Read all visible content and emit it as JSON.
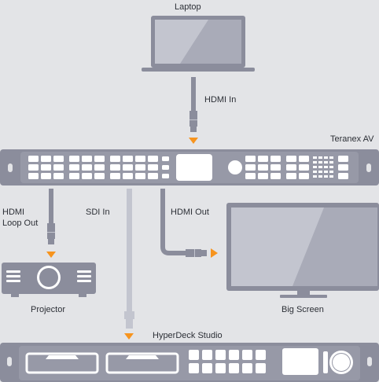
{
  "labels": {
    "laptop": "Laptop",
    "hdmi_in": "HDMI In",
    "teranex": "Teranex AV",
    "hdmi_loop_out_line1": "HDMI",
    "hdmi_loop_out_line2": "Loop Out",
    "sdi_in": "SDI In",
    "hdmi_out": "HDMI Out",
    "projector": "Projector",
    "big_screen": "Big Screen",
    "hyperdeck": "HyperDeck Studio"
  },
  "colors": {
    "background": "#e3e4e7",
    "device_body": "#8b8d9c",
    "device_light": "#c3c5cf",
    "device_button": "#ffffff",
    "arrow": "#f7941e",
    "text": "#2c2f36"
  }
}
